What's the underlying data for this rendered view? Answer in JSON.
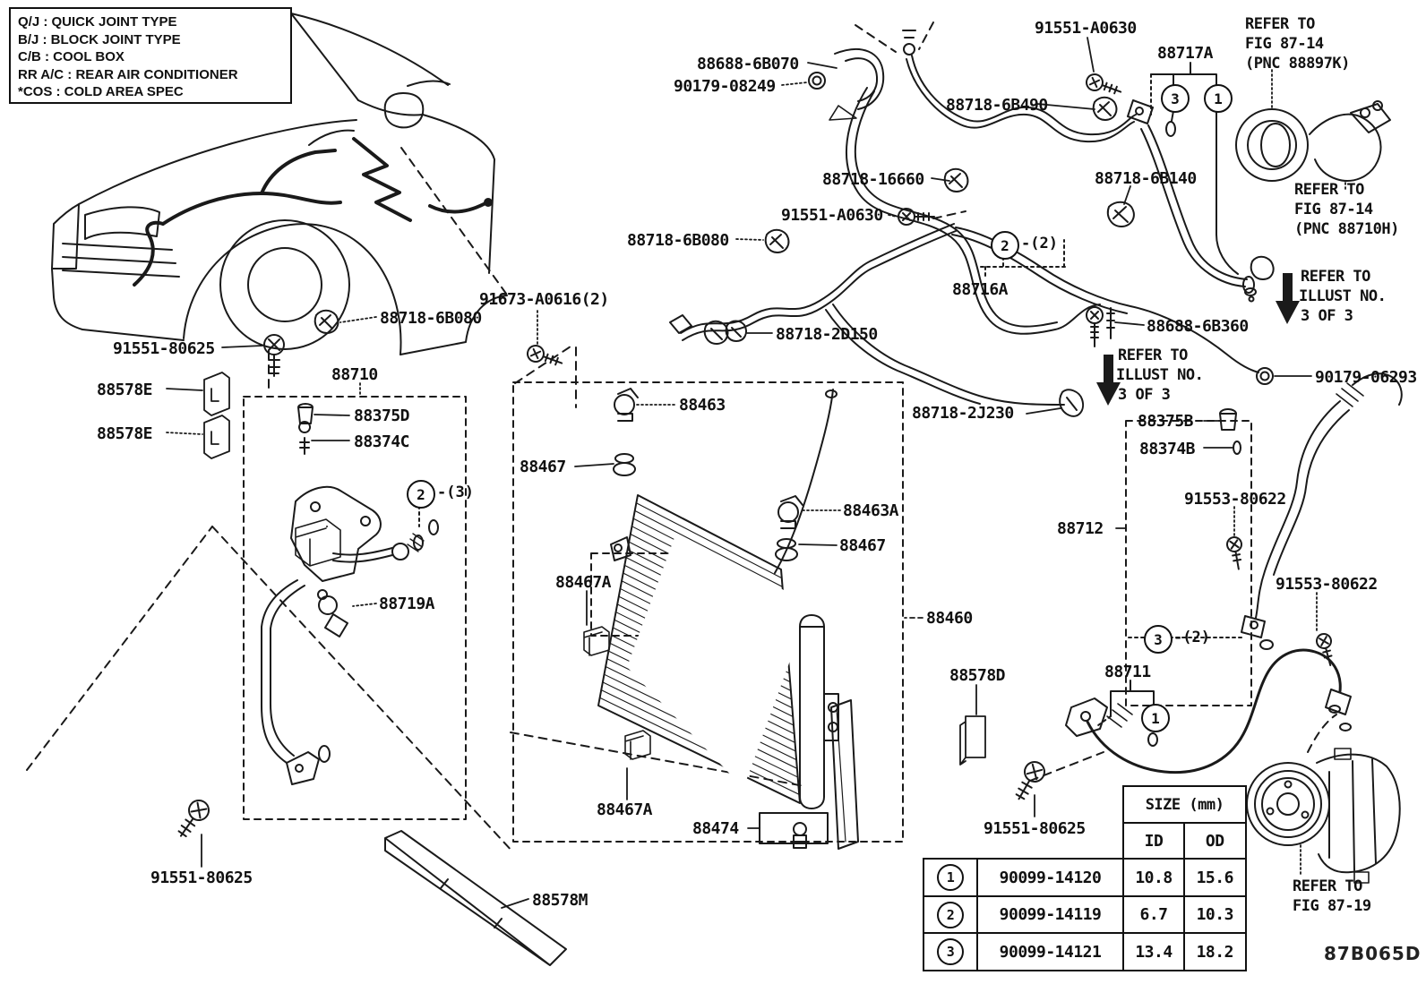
{
  "legend": {
    "lines": [
      "Q/J :  QUICK JOINT TYPE",
      "B/J :  BLOCK JOINT TYPE",
      "C/B :  COOL BOX",
      "RR A/C :  REAR AIR CONDITIONER",
      "*COS :  COLD AREA SPEC"
    ]
  },
  "parts": {
    "p88688_6b070": "88688-6B070",
    "p90179_08249": "90179-08249",
    "p91551_a0630": "91551-A0630",
    "p88717a": "88717A",
    "p88718_6b490": "88718-6B490",
    "p88718_6b140": "88718-6B140",
    "p88718_16660": "88718-16660",
    "p88718_6b080": "88718-6B080",
    "p88716a": "88716A",
    "p88688_6b360": "88688-6B360",
    "p90179_06293": "90179-06293",
    "p91673_a0616": "91673-A0616(2)",
    "p88718_2d150": "88718-2D150",
    "p91551_80625": "91551-80625",
    "p88578e": "88578E",
    "p88710": "88710",
    "p88375d": "88375D",
    "p88374c": "88374C",
    "p88375b": "88375B",
    "p88374b": "88374B",
    "p88463": "88463",
    "p88463a": "88463A",
    "p88467": "88467",
    "p88467a": "88467A",
    "p88718_2j230": "88718-2J230",
    "p91553_80622": "91553-80622",
    "p88712": "88712",
    "p88460": "88460",
    "p88719a": "88719A",
    "p88711": "88711",
    "p88578d": "88578D",
    "p88578m": "88578M",
    "p88474": "88474"
  },
  "refs": {
    "refer_to": "REFER TO",
    "fig_87_14": "FIG 87-14",
    "pnc_88897k": "(PNC 88897K)",
    "pnc_88710h": "(PNC 88710H)",
    "illust_no": "ILLUST NO.",
    "three_of_three": "3 OF 3",
    "fig_87_19": "FIG 87-19"
  },
  "callouts": {
    "one": "1",
    "two": "2",
    "three": "3",
    "qty2": "-(2)",
    "qty3": "-(3)"
  },
  "table": {
    "size_header": "SIZE (mm)",
    "id_header": "ID",
    "od_header": "OD",
    "rows": [
      {
        "no": "1",
        "part": "90099-14120",
        "id": "10.8",
        "od": "15.6"
      },
      {
        "no": "2",
        "part": "90099-14119",
        "id": "6.7",
        "od": "10.3"
      },
      {
        "no": "3",
        "part": "90099-14121",
        "id": "13.4",
        "od": "18.2"
      }
    ]
  },
  "footer": {
    "drawing_code": "87B065D"
  }
}
